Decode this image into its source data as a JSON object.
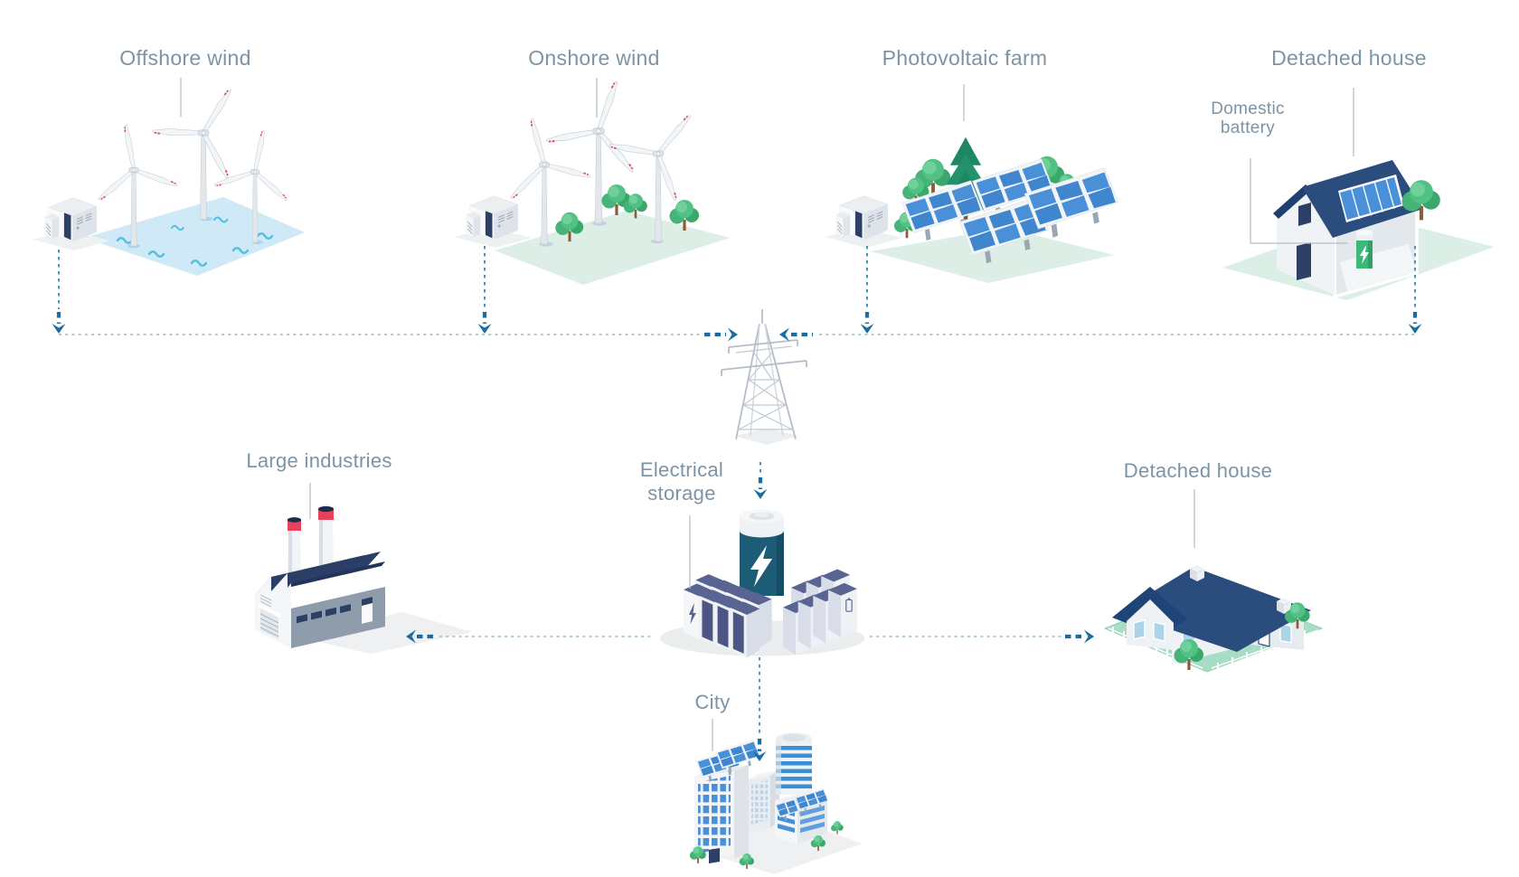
{
  "diagram": {
    "labels": {
      "offshore_wind": "Offshore wind",
      "onshore_wind": "Onshore wind",
      "photovoltaic_farm": "Photovoltaic farm",
      "detached_house_top": "Detached house",
      "domestic_battery": "Domestic battery",
      "large_industries": "Large industries",
      "electrical_storage": "Electrical storage",
      "detached_house_right": "Detached house",
      "city": "City"
    },
    "icons": [
      "wind-turbine-icon",
      "transformer-box-icon",
      "solar-array-icon",
      "tree-icon",
      "pine-tree-icon",
      "pylon-icon",
      "battery-icon",
      "storage-cabinet-icon",
      "factory-icon",
      "house-icon",
      "domestic-battery-icon",
      "city-icon",
      "arrow-down-icon",
      "arrow-left-icon",
      "arrow-right-icon"
    ],
    "colors": {
      "label_text": "#7d94a4",
      "arrow_blue": "#1a6da3",
      "vertical_dash_blue": "#4090bc",
      "light_dash": "#97b9c9",
      "connector_gray": "#b6bfc6",
      "water_blue": "#cfe9f6",
      "wave_blue": "#55bee3",
      "field_green": "#ddeee6",
      "lawn_green": "#a7dcc5",
      "tree_green": "#52c184",
      "solar_blue": "#4a90d9",
      "roof_navy": "#2a4d7e",
      "factory_navy": "#2b3f66",
      "battery_teal": "#1d5c77",
      "cabinet_slate": "#5a6492",
      "domestic_battery_green": "#3cb878",
      "chimney_red": "#e8415a",
      "shadow_gray": "#e9edee"
    },
    "flows": [
      {
        "from": "offshore_wind",
        "to": "pylon"
      },
      {
        "from": "onshore_wind",
        "to": "pylon"
      },
      {
        "from": "photovoltaic_farm",
        "to": "pylon"
      },
      {
        "from": "detached_house_top",
        "to": "pylon"
      },
      {
        "from": "pylon",
        "to": "electrical_storage"
      },
      {
        "from": "electrical_storage",
        "to": "large_industries"
      },
      {
        "from": "electrical_storage",
        "to": "detached_house_right"
      },
      {
        "from": "electrical_storage",
        "to": "city"
      }
    ]
  }
}
